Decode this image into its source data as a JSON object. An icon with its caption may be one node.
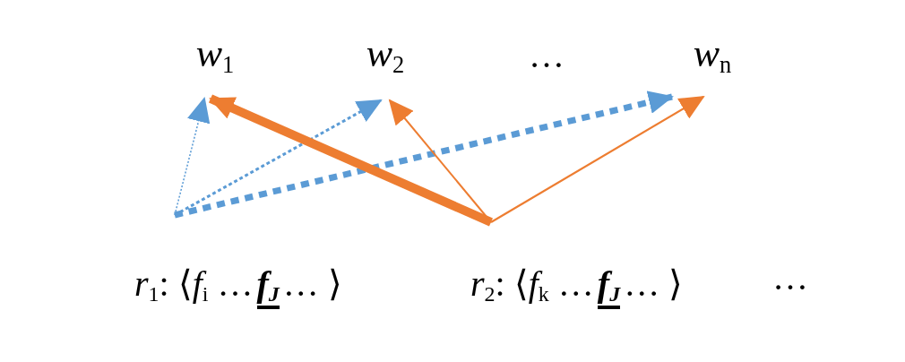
{
  "diagram": {
    "nodes": [
      {
        "text": [
          "*w*$_{1}$"
        ]
      },
      {
        "text": [
          "*w*$_{2}$"
        ]
      },
      {
        "text": [
          "*w*$_{n}$"
        ]
      },
      {
        "text": [
          "*r*$_{1}$: ⟨*f*$_{i}$  …",
          "f$_{J}$",
          "… ⟩"
        ]
      },
      {
        "text": [
          "*r*$_{2}$: ⟨*f*$_{k}$  …",
          "f$_{J}$",
          "… ⟩"
        ]
      }
    ],
    "edges": [
      {
        "from": 3,
        "to": 0,
        "arrow": "to",
        "style": "dashed",
        "color": "#5b9bd5"
      },
      {
        "from": 3,
        "to": 1,
        "arrow": "to",
        "style": "dashed",
        "color": "#5b9bd5"
      },
      {
        "from": 3,
        "to": 2,
        "arrow": "to",
        "style": "dashed",
        "color": "#5b9bd5"
      },
      {
        "from": 4,
        "to": 0,
        "arrow": "to",
        "style": "thick",
        "color": "#ed7d31"
      },
      {
        "from": 4,
        "to": 1,
        "arrow": "to",
        "color": "#ed7d31"
      },
      {
        "from": 4,
        "to": 2,
        "arrow": "to",
        "color": "#ed7d31"
      }
    ],
    "labels": [
      "…",
      "…"
    ]
  }
}
